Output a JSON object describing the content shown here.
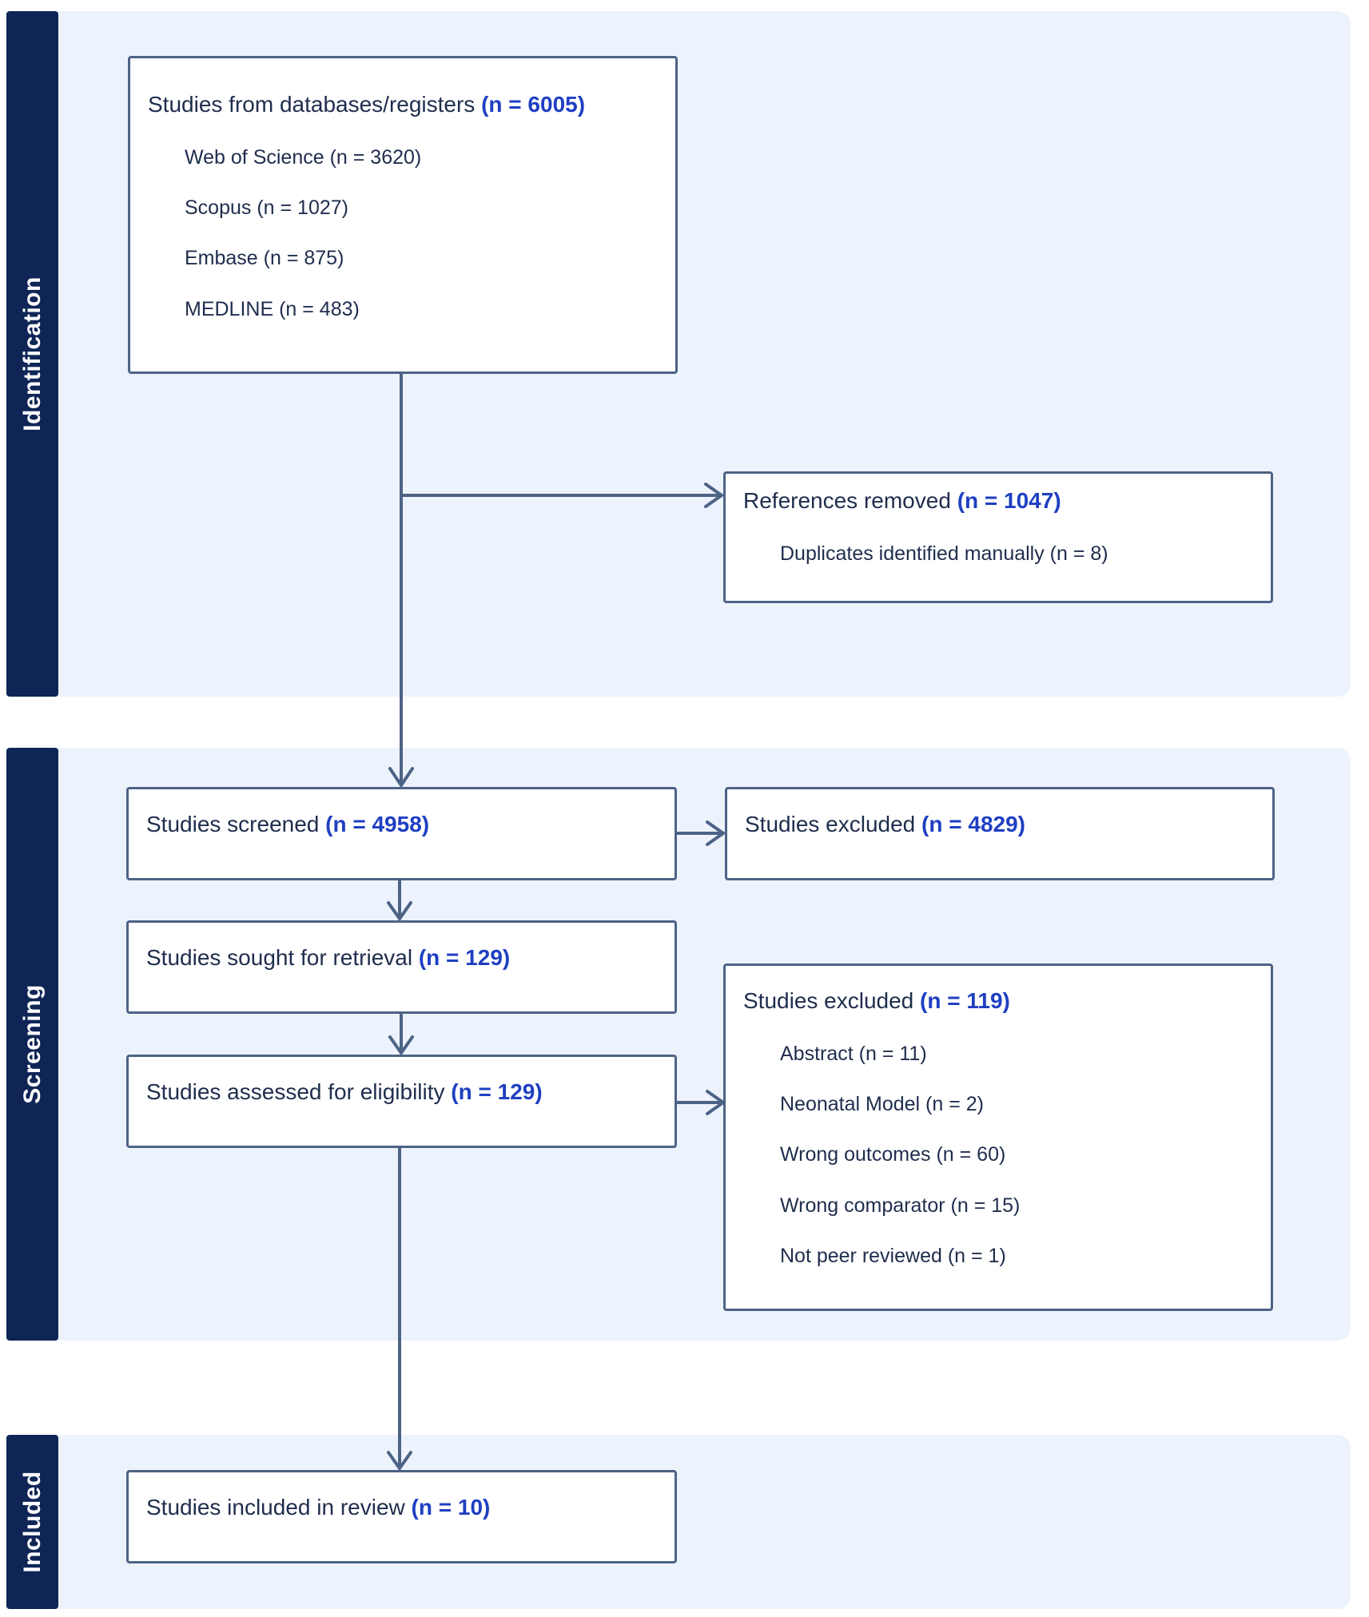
{
  "sections": {
    "identification": "Identification",
    "screening": "Screening",
    "included": "Included"
  },
  "boxes": {
    "databases": {
      "title": "Studies from databases/registers",
      "count": "(n = 6005)",
      "items": [
        "Web of Science (n = 3620)",
        "Scopus (n = 1027)",
        "Embase (n = 875)",
        "MEDLINE (n = 483)"
      ]
    },
    "removed": {
      "title": "References removed",
      "count": "(n = 1047)",
      "items": [
        "Duplicates identified manually (n = 8)"
      ]
    },
    "screened": {
      "title": "Studies screened",
      "count": "(n = 4958)"
    },
    "excluded_screen": {
      "title": "Studies excluded",
      "count": "(n = 4829)"
    },
    "retrieval": {
      "title": "Studies sought for retrieval",
      "count": "(n = 129)"
    },
    "eligibility": {
      "title": "Studies assessed for eligibility",
      "count": "(n = 129)"
    },
    "excluded_eligibility": {
      "title": "Studies excluded",
      "count": "(n = 119)",
      "items": [
        "Abstract (n = 11)",
        "Neonatal Model (n = 2)",
        "Wrong outcomes (n = 60)",
        "Wrong comparator (n = 15)",
        "Not peer reviewed (n = 1)"
      ]
    },
    "included": {
      "title": "Studies included in review",
      "count": "(n = 10)"
    }
  },
  "colors": {
    "section_bg": "#edf3fc",
    "section_tab": "#0f2556",
    "box_border": "#4d6386",
    "count_text": "#1f3fc2",
    "arrow": "#4d6386"
  }
}
